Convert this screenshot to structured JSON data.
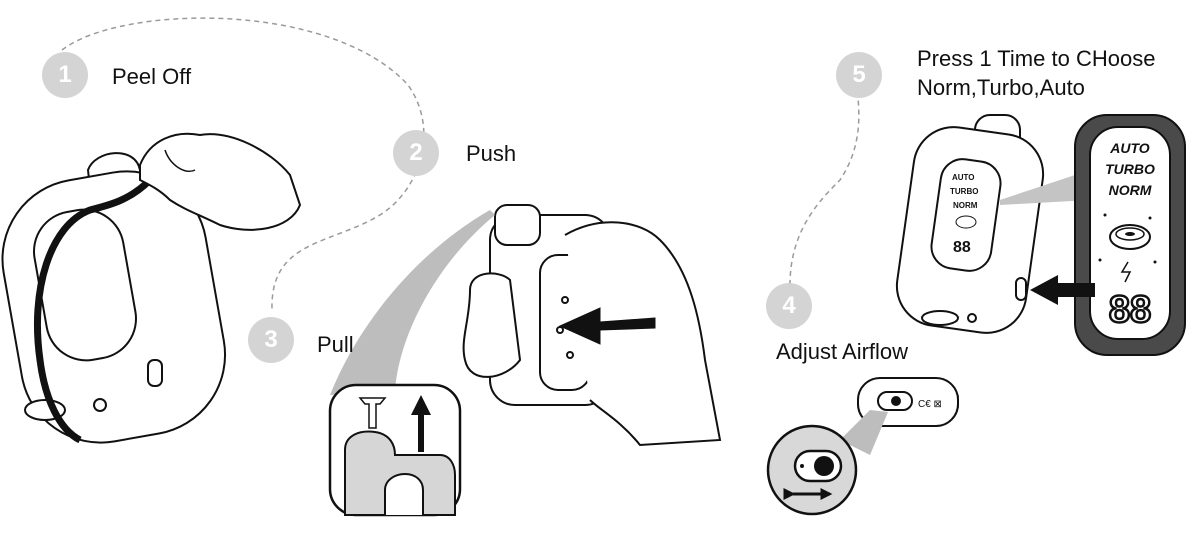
{
  "steps": [
    {
      "number": "1",
      "label": "Peel Off"
    },
    {
      "number": "2",
      "label": "Push"
    },
    {
      "number": "3",
      "label": "Pull"
    },
    {
      "number": "4",
      "label": "Adjust Airflow"
    },
    {
      "number": "5",
      "label_line1": "Press 1 Time to CHoose",
      "label_line2": "Norm,Turbo,Auto"
    }
  ],
  "display": {
    "modes": [
      "AUTO",
      "TURBO",
      "NORM"
    ],
    "digits": "88"
  },
  "colors": {
    "badge": "#d4d4d4",
    "callout": "#bdbdbd",
    "panel": "#4a4a4a",
    "line": "#111111"
  }
}
